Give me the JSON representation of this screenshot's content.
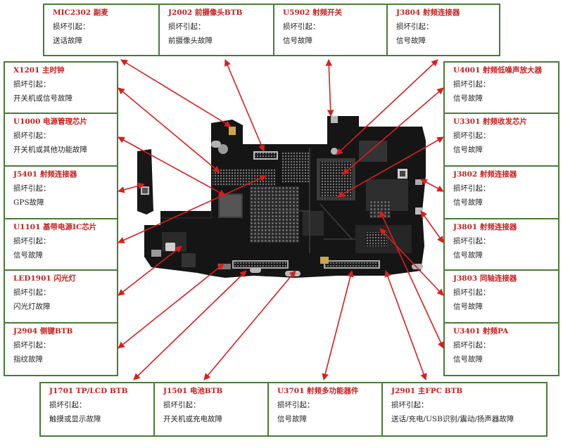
{
  "cause_label": "损坏引起：",
  "colors": {
    "border": "#4a7a38",
    "title": "#c81e1e",
    "arrow": "#d81e1e",
    "board": "#141414"
  },
  "labels": [
    {
      "id": "mic2302",
      "title": "MIC2302 副麦",
      "fault": "送话故障"
    },
    {
      "id": "j2002",
      "title": "J2002 前摄像头BTB",
      "fault": "前摄像头故障"
    },
    {
      "id": "u5902",
      "title": "U5902 射频开关",
      "fault": "信号故障"
    },
    {
      "id": "j3804",
      "title": "J3804 射频连接器",
      "fault": "信号故障"
    },
    {
      "id": "x1201",
      "title": "X1201 主时钟",
      "fault": "开关机或信号故障"
    },
    {
      "id": "u1000",
      "title": "U1000 电源管理芯片",
      "fault": "开关机或其他功能故障"
    },
    {
      "id": "j5401",
      "title": "J5401 射频连接器",
      "fault": "GPS故障"
    },
    {
      "id": "u1101",
      "title": "U1101 基带电源IC芯片",
      "fault": "信号故障"
    },
    {
      "id": "led1901",
      "title": "LED1901 闪光灯",
      "fault": "闪光灯故障"
    },
    {
      "id": "j2904",
      "title": "J2904 侧键BTB",
      "fault": "指纹故障"
    },
    {
      "id": "u4001",
      "title": "U4001 射频低噪声放大器",
      "fault": "信号故障"
    },
    {
      "id": "u3301",
      "title": "U3301 射频收发芯片",
      "fault": "信号故障"
    },
    {
      "id": "j3802",
      "title": "J3802 射频连接器",
      "fault": "信号故障"
    },
    {
      "id": "j3801",
      "title": "J3801 射频连接器",
      "fault": "信号故障"
    },
    {
      "id": "j3803",
      "title": "J3803 同轴连接器",
      "fault": "信号故障"
    },
    {
      "id": "u3401",
      "title": "U3401 射频PA",
      "fault": "信号故障"
    },
    {
      "id": "j1701",
      "title": "J1701 TP/LCD BTB",
      "fault": "触摸或显示故障"
    },
    {
      "id": "j1501",
      "title": "J1501 电池BTB",
      "fault": "开关机或充电故障"
    },
    {
      "id": "u3701",
      "title": "U3701 射频多功能器件",
      "fault": "信号故障"
    },
    {
      "id": "j2901",
      "title": "J2901 主FPC BTB",
      "fault": "送话/充电/USB识别/震动/扬声器故障"
    }
  ]
}
